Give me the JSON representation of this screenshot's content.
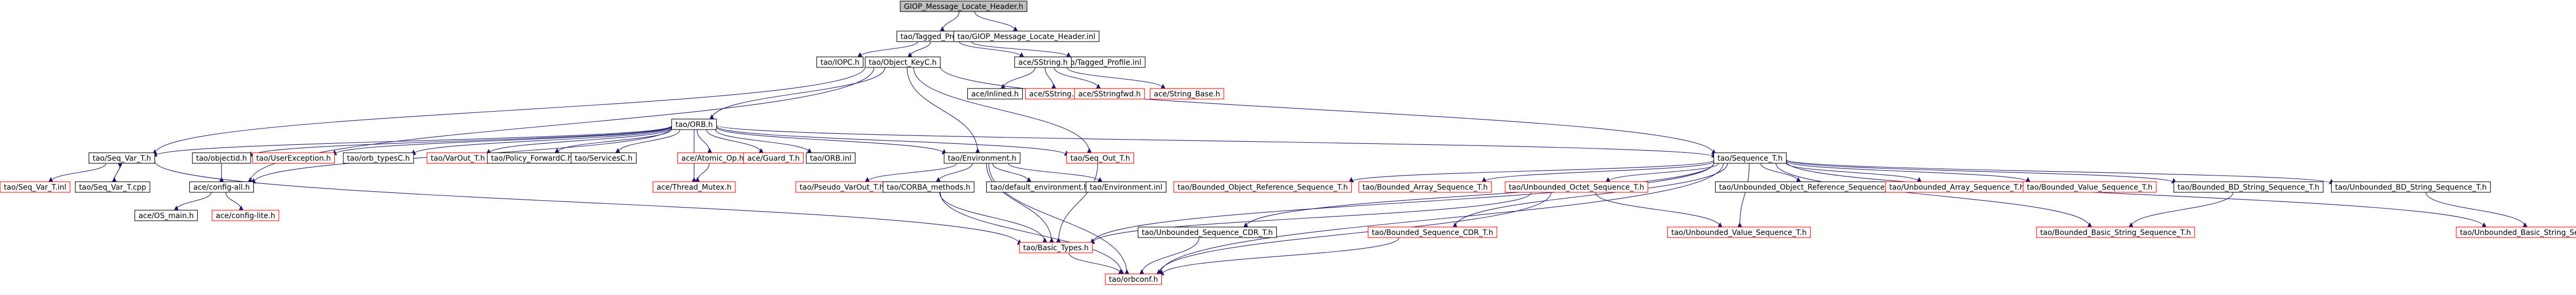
{
  "graph": {
    "colors": {
      "edge": "#191970",
      "border": "#000000",
      "missing_border": "#ff0000",
      "root_fill": "#bfbfbf",
      "node_fill": "#ffffff"
    },
    "nodes": [
      {
        "id": "root",
        "label": "GIOP_Message_Locate_Header.h",
        "kind": "root"
      },
      {
        "id": "tagged_profile_h",
        "label": "tao/Tagged_Profile.h",
        "kind": "normal"
      },
      {
        "id": "giop_locate_inl",
        "label": "tao/GIOP_Message_Locate_Header.inl",
        "kind": "normal"
      },
      {
        "id": "iopc",
        "label": "tao/IOPC.h",
        "kind": "normal"
      },
      {
        "id": "object_keyc",
        "label": "tao/Object_KeyC.h",
        "kind": "normal"
      },
      {
        "id": "tagged_profile_inl",
        "label": "tao/Tagged_Profile.inl",
        "kind": "normal"
      },
      {
        "id": "sstring_h",
        "label": "ace/SString.h",
        "kind": "normal"
      },
      {
        "id": "orb_h",
        "label": "tao/ORB.h",
        "kind": "normal"
      },
      {
        "id": "ace_inl",
        "label": "ace/Inlined.h",
        "kind": "normal"
      },
      {
        "id": "sstring_inl",
        "label": "ace/SString.inl",
        "kind": "missing"
      },
      {
        "id": "sstringfwd",
        "label": "ace/SStringfwd.h",
        "kind": "missing"
      },
      {
        "id": "string_base",
        "label": "ace/String_Base.h",
        "kind": "missing"
      },
      {
        "id": "seq_var_t_h",
        "label": "tao/Seq_Var_T.h",
        "kind": "normal"
      },
      {
        "id": "objectid",
        "label": "tao/objectid.h",
        "kind": "normal"
      },
      {
        "id": "userexception",
        "label": "tao/UserException.h",
        "kind": "missing"
      },
      {
        "id": "orb_typesc",
        "label": "tao/orb_typesC.h",
        "kind": "normal"
      },
      {
        "id": "varout_t",
        "label": "tao/VarOut_T.h",
        "kind": "missing"
      },
      {
        "id": "policy_forward",
        "label": "tao/Policy_ForwardC.h",
        "kind": "normal"
      },
      {
        "id": "servicesc",
        "label": "tao/ServicesC.h",
        "kind": "normal"
      },
      {
        "id": "atomic_op",
        "label": "ace/Atomic_Op.h",
        "kind": "missing"
      },
      {
        "id": "guard_t",
        "label": "ace/Guard_T.h",
        "kind": "missing"
      },
      {
        "id": "orb_inl",
        "label": "tao/ORB.inl",
        "kind": "normal"
      },
      {
        "id": "environment",
        "label": "tao/Environment.h",
        "kind": "normal"
      },
      {
        "id": "seq_out_t",
        "label": "tao/Seq_Out_T.h",
        "kind": "missing"
      },
      {
        "id": "sequence_t",
        "label": "tao/Sequence_T.h",
        "kind": "normal"
      },
      {
        "id": "seq_var_t_inl",
        "label": "tao/Seq_Var_T.inl",
        "kind": "missing"
      },
      {
        "id": "seq_var_t_cpp",
        "label": "tao/Seq_Var_T.cpp",
        "kind": "normal"
      },
      {
        "id": "config_all",
        "label": "ace/config-all.h",
        "kind": "normal"
      },
      {
        "id": "os_main",
        "label": "ace/OS_main.h",
        "kind": "normal"
      },
      {
        "id": "config_lite",
        "label": "ace/config-lite.h",
        "kind": "missing"
      },
      {
        "id": "thread_mutex",
        "label": "ace/Thread_Mutex.h",
        "kind": "missing"
      },
      {
        "id": "pseudo_varout",
        "label": "tao/Pseudo_VarOut_T.h",
        "kind": "missing"
      },
      {
        "id": "corba_methods",
        "label": "tao/CORBA_methods.h",
        "kind": "normal"
      },
      {
        "id": "default_env",
        "label": "tao/default_environment.h",
        "kind": "normal"
      },
      {
        "id": "environment_inl",
        "label": "tao/Environment.inl",
        "kind": "normal"
      },
      {
        "id": "basic_types",
        "label": "tao/Basic_Types.h",
        "kind": "missing"
      },
      {
        "id": "orbconf",
        "label": "tao/orbconf.h",
        "kind": "missing"
      },
      {
        "id": "bounded_objref",
        "label": "tao/Bounded_Object_Reference_Sequence_T.h",
        "kind": "missing"
      },
      {
        "id": "bounded_array",
        "label": "tao/Bounded_Array_Sequence_T.h",
        "kind": "missing"
      },
      {
        "id": "unbounded_octet",
        "label": "tao/Unbounded_Octet_Sequence_T.h",
        "kind": "missing"
      },
      {
        "id": "unbounded_objref",
        "label": "tao/Unbounded_Object_Reference_Sequence_T.h",
        "kind": "normal"
      },
      {
        "id": "unbounded_array",
        "label": "tao/Unbounded_Array_Sequence_T.h",
        "kind": "missing"
      },
      {
        "id": "bounded_value",
        "label": "tao/Bounded_Value_Sequence_T.h",
        "kind": "missing"
      },
      {
        "id": "bounded_bd_string",
        "label": "tao/Bounded_BD_String_Sequence_T.h",
        "kind": "normal"
      },
      {
        "id": "unbounded_bd_string",
        "label": "tao/Unbounded_BD_String_Sequence_T.h",
        "kind": "normal"
      },
      {
        "id": "unbounded_seq_cdr",
        "label": "tao/Unbounded_Sequence_CDR_T.h",
        "kind": "normal"
      },
      {
        "id": "bounded_seq_cdr",
        "label": "tao/Bounded_Sequence_CDR_T.h",
        "kind": "missing"
      },
      {
        "id": "unbounded_value",
        "label": "tao/Unbounded_Value_Sequence_T.h",
        "kind": "missing"
      },
      {
        "id": "bounded_basic_string",
        "label": "tao/Bounded_Basic_String_Sequence_T.h",
        "kind": "missing"
      },
      {
        "id": "unbounded_basic_string",
        "label": "tao/Unbounded_Basic_String_Sequence_T.h",
        "kind": "missing"
      }
    ],
    "edges": [
      [
        "root",
        "tagged_profile_h"
      ],
      [
        "root",
        "giop_locate_inl"
      ],
      [
        "tagged_profile_h",
        "iopc"
      ],
      [
        "tagged_profile_h",
        "object_keyc"
      ],
      [
        "tagged_profile_h",
        "sstring_h"
      ],
      [
        "tagged_profile_h",
        "tagged_profile_inl"
      ],
      [
        "object_keyc",
        "orb_h"
      ],
      [
        "object_keyc",
        "seq_var_t_h"
      ],
      [
        "object_keyc",
        "config_all"
      ],
      [
        "object_keyc",
        "environment"
      ],
      [
        "object_keyc",
        "sequence_t"
      ],
      [
        "object_keyc",
        "seq_out_t"
      ],
      [
        "sstring_h",
        "ace_inl"
      ],
      [
        "sstring_h",
        "sstring_inl"
      ],
      [
        "sstring_h",
        "sstringfwd"
      ],
      [
        "sstring_h",
        "string_base"
      ],
      [
        "orb_h",
        "seq_var_t_h"
      ],
      [
        "orb_h",
        "objectid"
      ],
      [
        "orb_h",
        "userexception"
      ],
      [
        "orb_h",
        "orb_typesc"
      ],
      [
        "orb_h",
        "varout_t"
      ],
      [
        "orb_h",
        "policy_forward"
      ],
      [
        "orb_h",
        "servicesc"
      ],
      [
        "orb_h",
        "atomic_op"
      ],
      [
        "orb_h",
        "guard_t"
      ],
      [
        "orb_h",
        "orb_inl"
      ],
      [
        "orb_h",
        "environment"
      ],
      [
        "orb_h",
        "seq_out_t"
      ],
      [
        "orb_h",
        "sequence_t"
      ],
      [
        "orb_h",
        "thread_mutex"
      ],
      [
        "orb_h",
        "config_all"
      ],
      [
        "seq_var_t_h",
        "seq_var_t_inl"
      ],
      [
        "seq_var_t_h",
        "seq_var_t_cpp"
      ],
      [
        "seq_var_t_h",
        "basic_types"
      ],
      [
        "seq_var_t_cpp",
        "seq_var_t_h"
      ],
      [
        "objectid",
        "config_all"
      ],
      [
        "config_all",
        "os_main"
      ],
      [
        "config_all",
        "config_lite"
      ],
      [
        "atomic_op",
        "thread_mutex"
      ],
      [
        "environment",
        "pseudo_varout"
      ],
      [
        "environment",
        "corba_methods"
      ],
      [
        "environment",
        "default_env"
      ],
      [
        "environment",
        "environment_inl"
      ],
      [
        "environment",
        "basic_types"
      ],
      [
        "environment",
        "orbconf"
      ],
      [
        "seq_out_t",
        "basic_types"
      ],
      [
        "corba_methods",
        "basic_types"
      ],
      [
        "corba_methods",
        "orbconf"
      ],
      [
        "basic_types",
        "orbconf"
      ],
      [
        "sequence_t",
        "bounded_objref"
      ],
      [
        "sequence_t",
        "bounded_array"
      ],
      [
        "sequence_t",
        "unbounded_octet"
      ],
      [
        "sequence_t",
        "unbounded_objref"
      ],
      [
        "sequence_t",
        "unbounded_array"
      ],
      [
        "sequence_t",
        "bounded_value"
      ],
      [
        "sequence_t",
        "bounded_bd_string"
      ],
      [
        "sequence_t",
        "unbounded_bd_string"
      ],
      [
        "sequence_t",
        "unbounded_seq_cdr"
      ],
      [
        "sequence_t",
        "bounded_seq_cdr"
      ],
      [
        "sequence_t",
        "unbounded_value"
      ],
      [
        "sequence_t",
        "basic_types"
      ],
      [
        "sequence_t",
        "orbconf"
      ],
      [
        "sequence_t",
        "bounded_basic_string"
      ],
      [
        "sequence_t",
        "unbounded_basic_string"
      ],
      [
        "unbounded_octet",
        "unbounded_value"
      ],
      [
        "unbounded_octet",
        "orbconf"
      ],
      [
        "unbounded_octet",
        "basic_types"
      ],
      [
        "unbounded_seq_cdr",
        "orbconf"
      ],
      [
        "bounded_seq_cdr",
        "orbconf"
      ],
      [
        "bounded_bd_string",
        "bounded_basic_string"
      ],
      [
        "unbounded_bd_string",
        "unbounded_basic_string"
      ]
    ]
  }
}
